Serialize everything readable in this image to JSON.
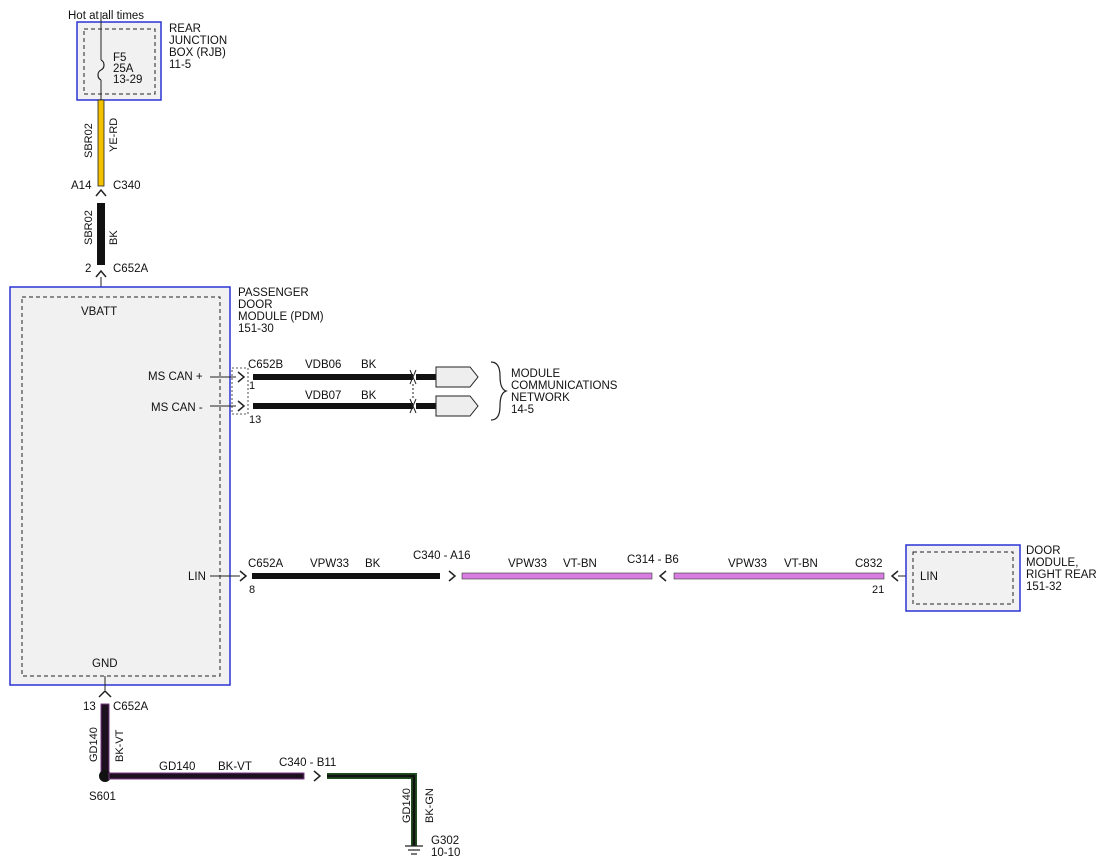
{
  "top_note": "Hot at all times",
  "rjb": {
    "title": [
      "REAR",
      "JUNCTION",
      "BOX (RJB)",
      "11-5"
    ],
    "fuse": [
      "F5",
      "25A",
      "13-29"
    ]
  },
  "wire_top": {
    "circuit": "SBR02",
    "color": "YE-RD",
    "pin": "A14",
    "connector": "C340"
  },
  "wire_mid": {
    "circuit": "SBR02",
    "color": "BK",
    "pin": "2",
    "connector": "C652A"
  },
  "pdm": {
    "title": [
      "PASSENGER",
      "DOOR",
      "MODULE (PDM)",
      "151-30"
    ],
    "vbatt": "VBATT",
    "ms_can_plus": "MS CAN +",
    "ms_can_minus": "MS CAN -",
    "lin": "LIN",
    "gnd": "GND"
  },
  "can": {
    "connector": "C652B",
    "plus": {
      "pin": "1",
      "circuit": "VDB06",
      "color": "BK"
    },
    "minus": {
      "pin": "13",
      "circuit": "VDB07",
      "color": "BK"
    }
  },
  "network": [
    "MODULE",
    "COMMUNICATIONS",
    "NETWORK",
    "14-5"
  ],
  "lin_run": {
    "seg1": {
      "connector": "C652A",
      "pin": "8",
      "circuit": "VPW33",
      "color": "BK"
    },
    "c340": "C340 - A16",
    "seg2": {
      "circuit": "VPW33",
      "color": "VT-BN"
    },
    "c314": "C314 - B6",
    "seg3": {
      "circuit": "VPW33",
      "color": "VT-BN"
    },
    "c832": {
      "connector": "C832",
      "pin": "21"
    }
  },
  "rr_module": {
    "lin": "LIN",
    "title": [
      "DOOR",
      "MODULE,",
      "RIGHT REAR",
      "151-32"
    ]
  },
  "ground": {
    "pin": "13",
    "connector": "C652A",
    "circuit": "GD140",
    "color_vt": "BK-VT",
    "splice": "S601",
    "c340": "C340 - B11",
    "color_gn": "BK-GN",
    "ground": "G302",
    "ref": "10-10"
  },
  "colors": {
    "yellow_wire": "#f2c200",
    "violet_brown": "#d87ee0",
    "green_tint": "#1f4f1f",
    "module_border": "#2a33d4",
    "module_fill": "#f1f1f1"
  }
}
